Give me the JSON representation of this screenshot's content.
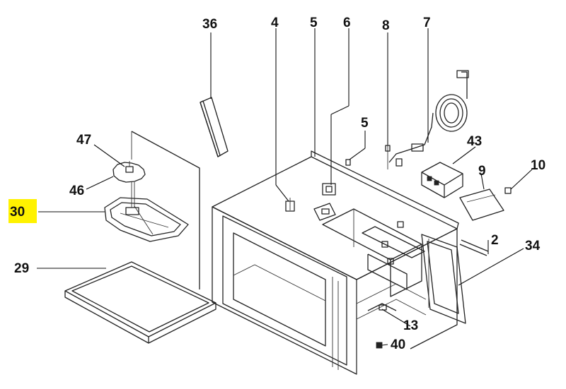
{
  "callouts": {
    "c36": "36",
    "c4": "4",
    "c5a": "5",
    "c6": "6",
    "c8": "8",
    "c7": "7",
    "c5b": "5",
    "c47": "47",
    "c43": "43",
    "c10": "10",
    "c9": "9",
    "c46": "46",
    "c30": "30",
    "c2": "2",
    "c34": "34",
    "c29": "29",
    "c13": "13",
    "c40": "40"
  },
  "highlight": {
    "callout": "30",
    "color": "#fff200"
  }
}
